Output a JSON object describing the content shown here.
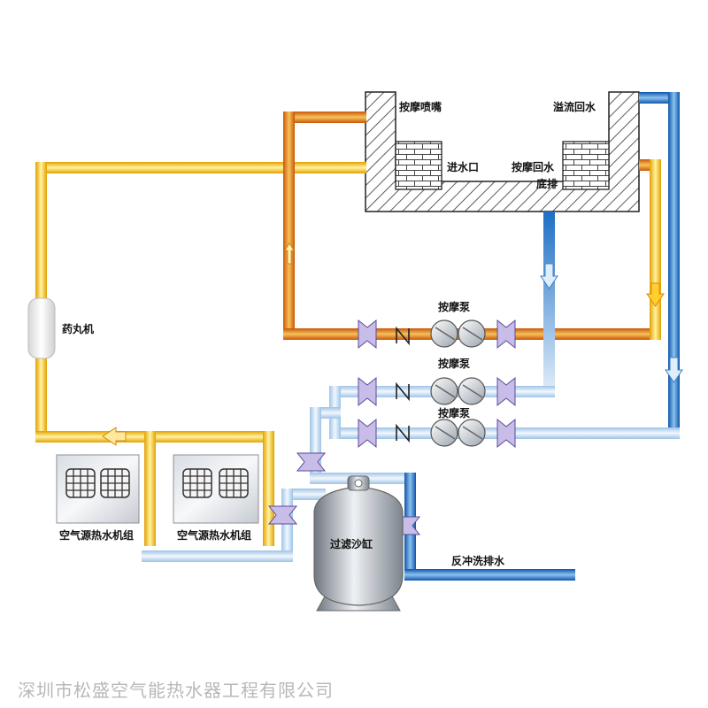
{
  "labels": {
    "massage_jet": "按摩喷嘴",
    "overflow_return": "溢流回水",
    "water_inlet": "进水口",
    "massage_return": "按摩回水",
    "bottom_drain": "底排",
    "pill_dispenser": "药丸机",
    "massage_pump_1": "按摩泵",
    "massage_pump_2": "按摩泵",
    "massage_pump_3": "按摩泵",
    "heat_pump_1": "空气源热水机组",
    "heat_pump_2": "空气源热水机组",
    "sand_filter": "过滤沙缸",
    "backwash_drain": "反冲洗排水"
  },
  "footer": {
    "company": "深圳市松盛空气能热水器工程有限公司"
  },
  "colors": {
    "hot_yellow": "#f5c218",
    "hot_orange": "#e98a1e",
    "cold_blue": "#1f6fc0",
    "cold_light": "#cfe3f5",
    "valve_purple": "#8f7fc4"
  },
  "icons": {
    "flow_arrow": "block-arrow",
    "valve": "butterfly-valve",
    "check_valve": "n-check-valve",
    "pump": "circle-pump",
    "fan_grille": "grid-fan"
  }
}
